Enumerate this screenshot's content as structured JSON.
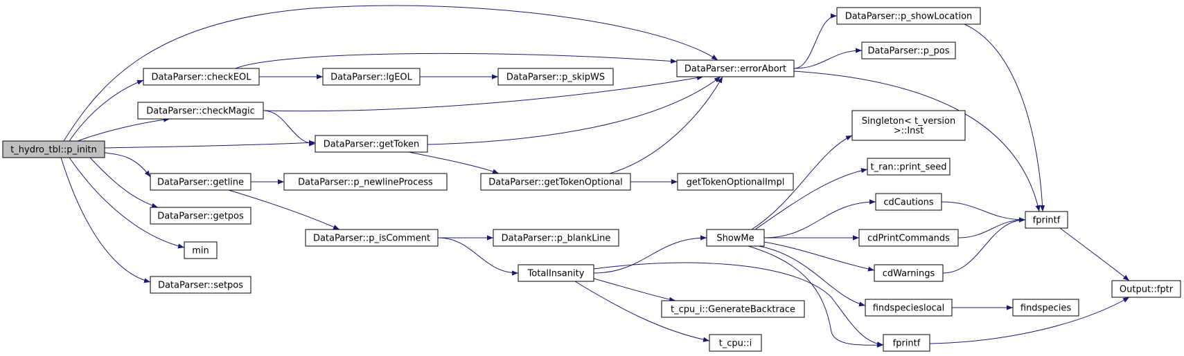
{
  "colors": {
    "edge": "#191970",
    "node_border": "#000000",
    "node_fill": "#ffffff",
    "root_fill": "#bfbfbf",
    "text": "#000000"
  },
  "nodes": [
    {
      "id": "root",
      "label": "t_hydro_tbl::p_initn",
      "root": true
    },
    {
      "id": "checkEOL",
      "label": "DataParser::checkEOL"
    },
    {
      "id": "checkMagic",
      "label": "DataParser::checkMagic"
    },
    {
      "id": "getline",
      "label": "DataParser::getline"
    },
    {
      "id": "getpos",
      "label": "DataParser::getpos"
    },
    {
      "id": "min",
      "label": "min"
    },
    {
      "id": "setpos",
      "label": "DataParser::setpos"
    },
    {
      "id": "lgEOL",
      "label": "DataParser::lgEOL"
    },
    {
      "id": "getToken",
      "label": "DataParser::getToken"
    },
    {
      "id": "newlineProcess",
      "label": "DataParser::p_newlineProcess"
    },
    {
      "id": "isComment",
      "label": "DataParser::p_isComment"
    },
    {
      "id": "skipWS",
      "label": "DataParser::p_skipWS"
    },
    {
      "id": "getTokenOptional",
      "label": "DataParser::getTokenOptional"
    },
    {
      "id": "blankLine",
      "label": "DataParser::p_blankLine"
    },
    {
      "id": "TotalInsanity",
      "label": "TotalInsanity"
    },
    {
      "id": "errorAbort",
      "label": "DataParser::errorAbort"
    },
    {
      "id": "getTokenOptionalImpl",
      "label": "getTokenOptionalImpl"
    },
    {
      "id": "ShowMe",
      "label": "ShowMe"
    },
    {
      "id": "GenerateBacktrace",
      "label": "t_cpu_i::GenerateBacktrace"
    },
    {
      "id": "cpu_i",
      "label": "t_cpu::i"
    },
    {
      "id": "showLocation",
      "label": "DataParser::p_showLocation"
    },
    {
      "id": "p_pos",
      "label": "DataParser::p_pos"
    },
    {
      "id": "SingletonInst",
      "label": "Singleton< t_version\n>::Inst"
    },
    {
      "id": "print_seed",
      "label": "t_ran::print_seed"
    },
    {
      "id": "cdCautions",
      "label": "cdCautions"
    },
    {
      "id": "cdPrintCommands",
      "label": "cdPrintCommands"
    },
    {
      "id": "cdWarnings",
      "label": "cdWarnings"
    },
    {
      "id": "findspecieslocal",
      "label": "findspecieslocal"
    },
    {
      "id": "fprintf_bottom",
      "label": "fprintf"
    },
    {
      "id": "findspecies",
      "label": "findspecies"
    },
    {
      "id": "fprintf_main",
      "label": "fprintf"
    },
    {
      "id": "fptr",
      "label": "Output::fptr"
    }
  ],
  "edges": [
    [
      "root",
      "errorAbort"
    ],
    [
      "root",
      "checkEOL"
    ],
    [
      "root",
      "checkMagic"
    ],
    [
      "root",
      "getToken"
    ],
    [
      "root",
      "getline"
    ],
    [
      "root",
      "getpos"
    ],
    [
      "root",
      "min"
    ],
    [
      "root",
      "setpos"
    ],
    [
      "checkEOL",
      "errorAbort"
    ],
    [
      "checkEOL",
      "lgEOL"
    ],
    [
      "lgEOL",
      "skipWS"
    ],
    [
      "checkMagic",
      "errorAbort"
    ],
    [
      "checkMagic",
      "getToken"
    ],
    [
      "getToken",
      "errorAbort"
    ],
    [
      "getToken",
      "getTokenOptional"
    ],
    [
      "getTokenOptional",
      "errorAbort"
    ],
    [
      "getTokenOptional",
      "getTokenOptionalImpl"
    ],
    [
      "getline",
      "newlineProcess"
    ],
    [
      "getline",
      "isComment"
    ],
    [
      "isComment",
      "blankLine"
    ],
    [
      "isComment",
      "TotalInsanity"
    ],
    [
      "TotalInsanity",
      "ShowMe"
    ],
    [
      "TotalInsanity",
      "fprintf_bottom"
    ],
    [
      "TotalInsanity",
      "GenerateBacktrace"
    ],
    [
      "TotalInsanity",
      "cpu_i"
    ],
    [
      "errorAbort",
      "showLocation"
    ],
    [
      "errorAbort",
      "p_pos"
    ],
    [
      "errorAbort",
      "fprintf_main"
    ],
    [
      "showLocation",
      "fprintf_main"
    ],
    [
      "ShowMe",
      "SingletonInst"
    ],
    [
      "ShowMe",
      "print_seed"
    ],
    [
      "ShowMe",
      "cdCautions"
    ],
    [
      "ShowMe",
      "cdPrintCommands"
    ],
    [
      "ShowMe",
      "cdWarnings"
    ],
    [
      "ShowMe",
      "findspecieslocal"
    ],
    [
      "ShowMe",
      "fprintf_bottom"
    ],
    [
      "cdCautions",
      "fprintf_main"
    ],
    [
      "cdPrintCommands",
      "fprintf_main"
    ],
    [
      "cdWarnings",
      "fprintf_main"
    ],
    [
      "findspecieslocal",
      "findspecies"
    ],
    [
      "fprintf_main",
      "fptr"
    ],
    [
      "fprintf_bottom",
      "fptr"
    ]
  ]
}
